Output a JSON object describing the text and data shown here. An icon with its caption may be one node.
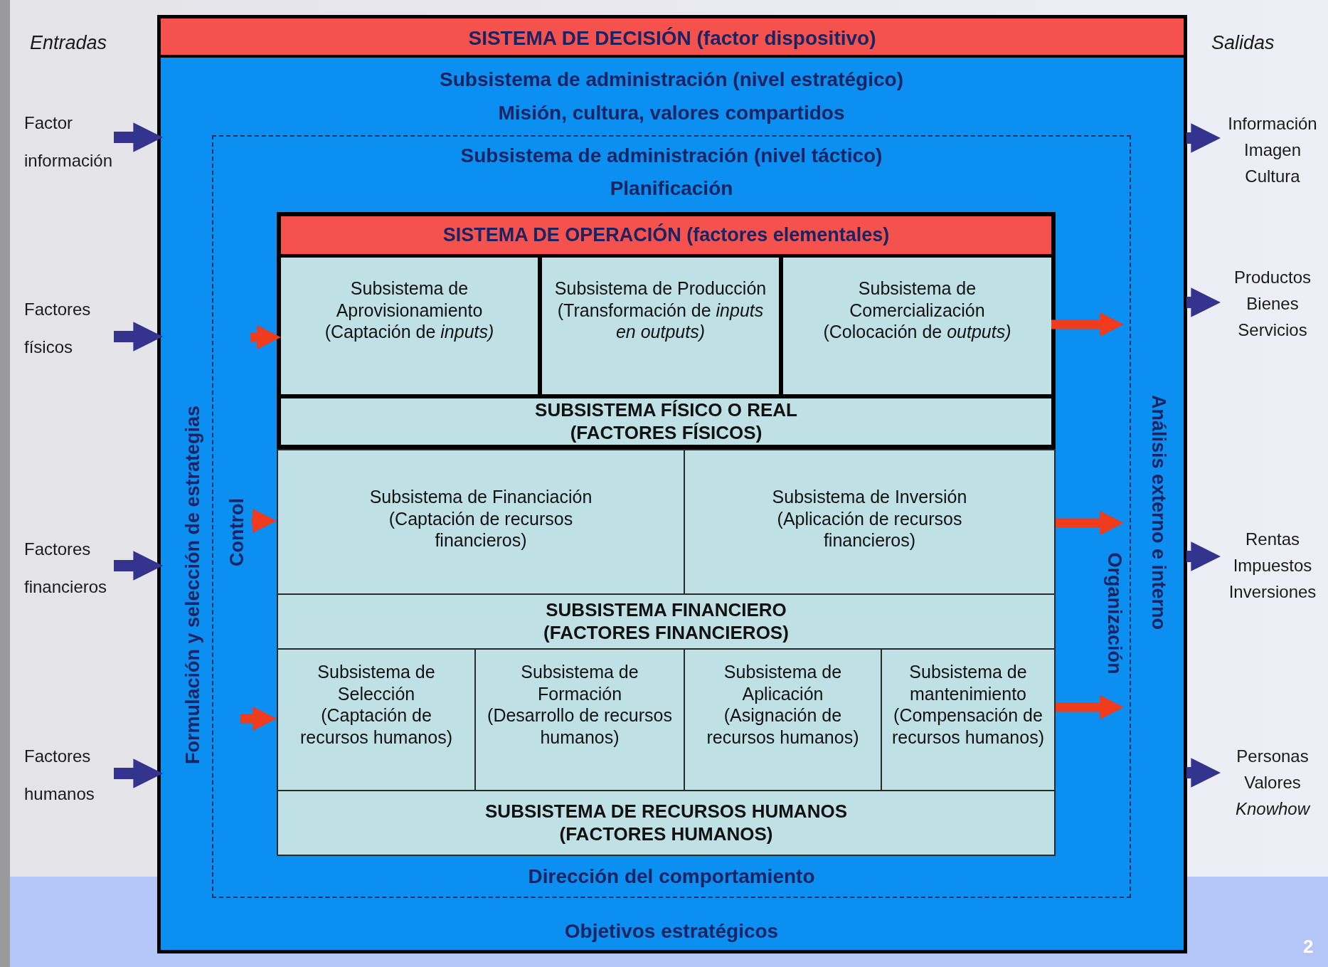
{
  "diagram": {
    "nodes": [
      {
        "text": [
          "SISTEMA DE DECISIÓN (factor dispositivo)",
          "Subsistema de administración (nivel estratégico)",
          "Misión, cultura, valores compartidos",
          "Formulación y selección de estrategias",
          "Análisis externo e interno",
          "Objetivos estratégicos"
        ]
      },
      {
        "text": [
          "Subsistema de administración (nivel táctico)",
          "Planificación",
          "Control",
          "Organización",
          "Dirección del comportamiento"
        ],
        "in": 0
      },
      {
        "text": [
          "SISTEMA DE OPERACIÓN (factores elementales)"
        ],
        "in": 1
      },
      {
        "text": [
          "Subsistema de Aprovisionamiento",
          "(Captación de *inputs)*"
        ],
        "in": 2
      },
      {
        "text": [
          "Subsistema de Producción",
          "(Transformación de *inputs en outputs)*"
        ],
        "in": 2
      },
      {
        "text": [
          "Subsistema de Comercialización",
          "(Colocación de *outputs)*"
        ],
        "in": 2
      },
      {
        "text": [
          "SUBSISTEMA FÍSICO O REAL",
          "(FACTORES FÍSICOS)"
        ],
        "in": 2
      },
      {
        "text": [
          "Subsistema de Financiación",
          "(Captación de recursos financieros)"
        ],
        "in": 1
      },
      {
        "text": [
          "Subsistema de Inversión",
          "(Aplicación de recursos financieros)"
        ],
        "in": 1
      },
      {
        "text": [
          "SUBSISTEMA FINANCIERO",
          "(FACTORES FINANCIEROS)"
        ],
        "in": 1
      },
      {
        "text": [
          "Subsistema de Selección",
          "(Captación de recursos humanos)"
        ],
        "in": 1
      },
      {
        "text": [
          "Subsistema de Formación",
          "(Desarrollo de recursos humanos)"
        ],
        "in": 1
      },
      {
        "text": [
          "Subsistema de Aplicación",
          "(Asignación de recursos humanos)"
        ],
        "in": 1
      },
      {
        "text": [
          "Subsistema de mantenimiento",
          "(Compensación de recursos humanos)"
        ],
        "in": 1
      },
      {
        "text": [
          "SUBSISTEMA DE RECURSOS HUMANOS",
          "(FACTORES HUMANOS)"
        ],
        "in": 1
      },
      {
        "text": [
          "Factor información"
        ]
      },
      {
        "text": [
          "Factores físicos"
        ]
      },
      {
        "text": [
          "Factores financieros"
        ]
      },
      {
        "text": [
          "Factores humanos"
        ]
      },
      {
        "text": [
          "Información Imagen Cultura"
        ]
      },
      {
        "text": [
          "Productos Bienes Servicios"
        ]
      },
      {
        "text": [
          "Rentas Impuestos Inversiones"
        ]
      },
      {
        "text": [
          "Personas Valores *Knowhow*"
        ]
      }
    ],
    "edges": [
      {
        "from": 15,
        "to": 0,
        "arrow": "to"
      },
      {
        "from": 16,
        "to": 0,
        "arrow": "to"
      },
      {
        "from": 17,
        "to": 0,
        "arrow": "to"
      },
      {
        "from": 18,
        "to": 0,
        "arrow": "to"
      },
      {
        "from": 0,
        "to": 19,
        "arrow": "to"
      },
      {
        "from": 0,
        "to": 20,
        "arrow": "to"
      },
      {
        "from": 0,
        "to": 21,
        "arrow": "to"
      },
      {
        "from": 0,
        "to": 22,
        "arrow": "to"
      },
      {
        "from": null,
        "to": 3,
        "arrow": "to",
        "color": "#f03c1e"
      },
      {
        "from": null,
        "to": 7,
        "arrow": "to",
        "color": "#f03c1e"
      },
      {
        "from": null,
        "to": 10,
        "arrow": "to",
        "color": "#f03c1e"
      },
      {
        "from": 5,
        "to": null,
        "arrow": "to",
        "color": "#f03c1e"
      },
      {
        "from": 8,
        "to": null,
        "arrow": "to",
        "color": "#f03c1e"
      },
      {
        "from": 13,
        "to": null,
        "arrow": "to",
        "color": "#f03c1e"
      }
    ],
    "labels": [
      "Entradas",
      "Salidas",
      "2"
    ]
  }
}
